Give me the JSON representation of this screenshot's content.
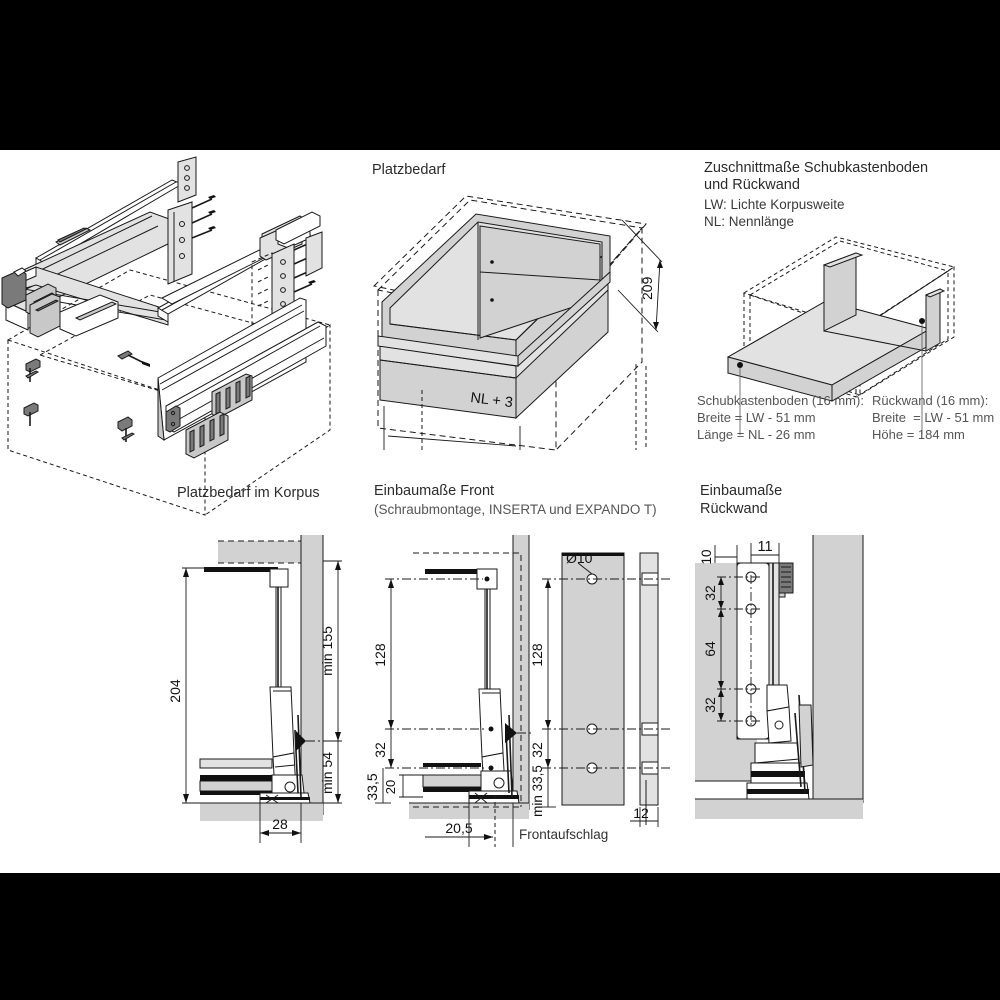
{
  "sheet": {
    "background": "#ffffff",
    "letterbox_color": "#000000"
  },
  "panels": {
    "exploded": {
      "name": "Explosionszeichnung Schubkastensystem"
    },
    "platzbedarf": {
      "title": "Platzbedarf",
      "dim_height": "209",
      "dim_depth": "NL + 3"
    },
    "zuschnitt": {
      "title_line1": "Zuschnittmaße Schubkastenboden",
      "title_line2": "und Rückwand",
      "legend_lw": "LW: Lichte Korpusweite",
      "legend_nl": "NL: Nennlänge",
      "boden_title": "Schubkastenboden (16 mm):",
      "boden_breite": "Breite = LW - 51 mm",
      "boden_laenge": "Länge = NL - 26 mm",
      "rueck_title": "Rückwand (16 mm):",
      "rueck_breite": "Breite  = LW - 51 mm",
      "rueck_hoehe": "Höhe = 184 mm"
    },
    "korpus": {
      "title": "Platzbedarf im Korpus",
      "dim_204": "204",
      "dim_min155": "min 155",
      "dim_min54": "min 54",
      "dim_28": "28"
    },
    "front": {
      "title": "Einbaumaße Front",
      "subtitle": "(Schraubmontage, INSERTA und EXPANDO T)",
      "dim_128": "128",
      "dim_32": "32",
      "dim_335": "33,5",
      "dim_20": "20",
      "dim_205": "20,5",
      "label_frontaufschlag": "Frontaufschlag",
      "dim_128b": "128",
      "dim_32b": "32",
      "dim_min335": "min 33,5",
      "dim_dia10": "Ø10",
      "dim_12": "12"
    },
    "rueckwand": {
      "title_line1": "Einbaumaße",
      "title_line2": "Rückwand",
      "dim_10": "10",
      "dim_11": "11",
      "dim_32_top": "32",
      "dim_64": "64",
      "dim_32_bottom": "32"
    }
  }
}
